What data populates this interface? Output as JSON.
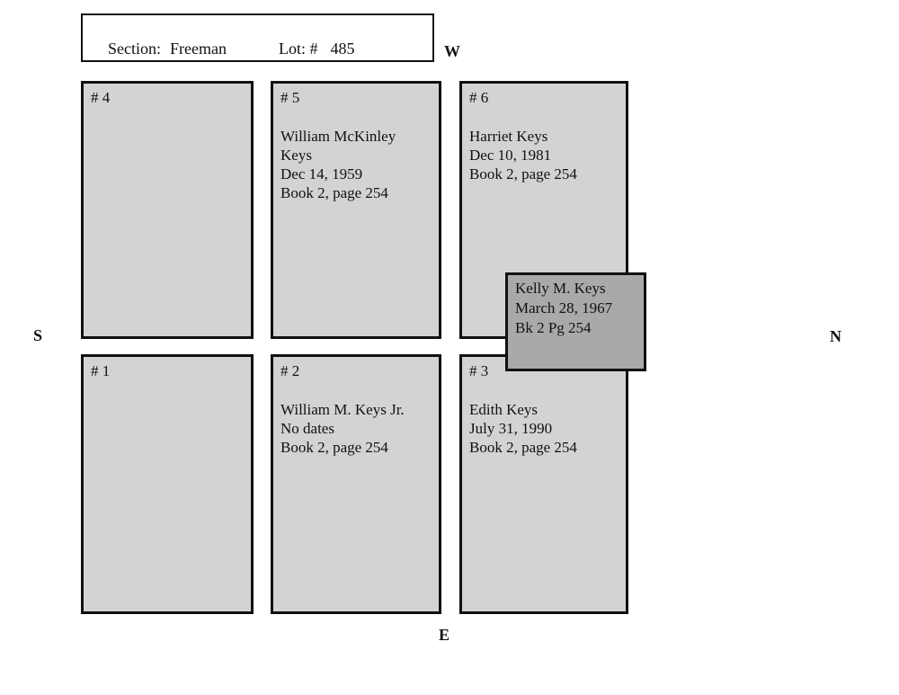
{
  "header": {
    "section_label": "Section:",
    "section_value": "Freeman",
    "lot_label": "Lot: #",
    "lot_value": "485"
  },
  "compass": {
    "west": "W",
    "south": "S",
    "north": "N",
    "east": "E"
  },
  "plots": [
    {
      "label": "# 4",
      "lines": []
    },
    {
      "label": "# 5",
      "lines": [
        "William McKinley",
        "Keys",
        "Dec 14, 1959",
        "Book 2, page 254"
      ]
    },
    {
      "label": "# 6",
      "lines": [
        "Harriet Keys",
        "Dec 10, 1981",
        "Book 2, page 254"
      ]
    },
    {
      "label": "# 1",
      "lines": []
    },
    {
      "label": "# 2",
      "lines": [
        "William M. Keys Jr.",
        "No dates",
        "Book 2, page 254"
      ]
    },
    {
      "label": "# 3",
      "lines": [
        "Edith Keys",
        "July 31, 1990",
        "Book 2, page 254"
      ]
    }
  ],
  "overlay": {
    "lines": [
      "Kelly M. Keys",
      "March 28, 1967",
      "Bk 2 Pg 254"
    ]
  },
  "colors": {
    "plot_fill": "#d3d3d3",
    "overlay_fill": "#a9a9a9",
    "border": "#111111",
    "page_bg": "#ffffff"
  }
}
